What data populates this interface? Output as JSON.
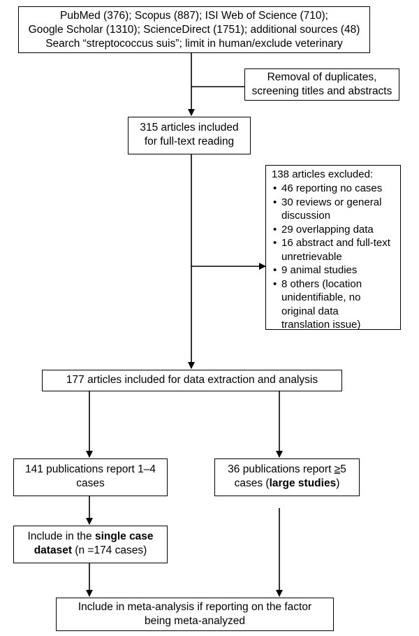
{
  "search_box": {
    "lines": [
      "PubMed (376); Scopus (887); ISI Web of Science (710);",
      "Google Scholar (1310); ScienceDirect (1751); additional sources (48)",
      "Search “streptococcus suis”; limit in human/exclude veterinary"
    ]
  },
  "removal_box": {
    "lines": [
      "Removal of duplicates,",
      "screening titles and abstracts"
    ]
  },
  "fulltext_box": {
    "lines": [
      "315 articles included",
      "for full-text reading"
    ]
  },
  "excluded_box": {
    "title": "138 articles excluded:",
    "bullet": "•",
    "items": [
      [
        "46 reporting no cases"
      ],
      [
        "30 reviews or general",
        "discussion"
      ],
      [
        "29 overlapping data"
      ],
      [
        "16 abstract and full-text",
        "unretrievable"
      ],
      [
        "9 animal studies"
      ],
      [
        "8 others (location",
        "unidentifiable, no",
        "original data",
        "translation issue)"
      ]
    ]
  },
  "extraction_box": {
    "text": "177 articles included for data extraction and analysis"
  },
  "small_pubs_box": {
    "lines": [
      "141 publications report 1–4",
      "cases"
    ]
  },
  "large_pubs_box": {
    "line1_pre": "36 publications report ",
    "line1_sym": "≥",
    "line1_post": "5",
    "line2_pre": "cases (",
    "line2_bold": "large studies",
    "line2_post": ")"
  },
  "single_case_box": {
    "line1_pre": "Include in the ",
    "line1_bold": "single case",
    "line2_bold": "dataset",
    "line2_post": " (n =174 cases)"
  },
  "meta_box": {
    "lines": [
      "Include in meta-analysis if reporting on the factor",
      "being meta-analyzed"
    ]
  }
}
